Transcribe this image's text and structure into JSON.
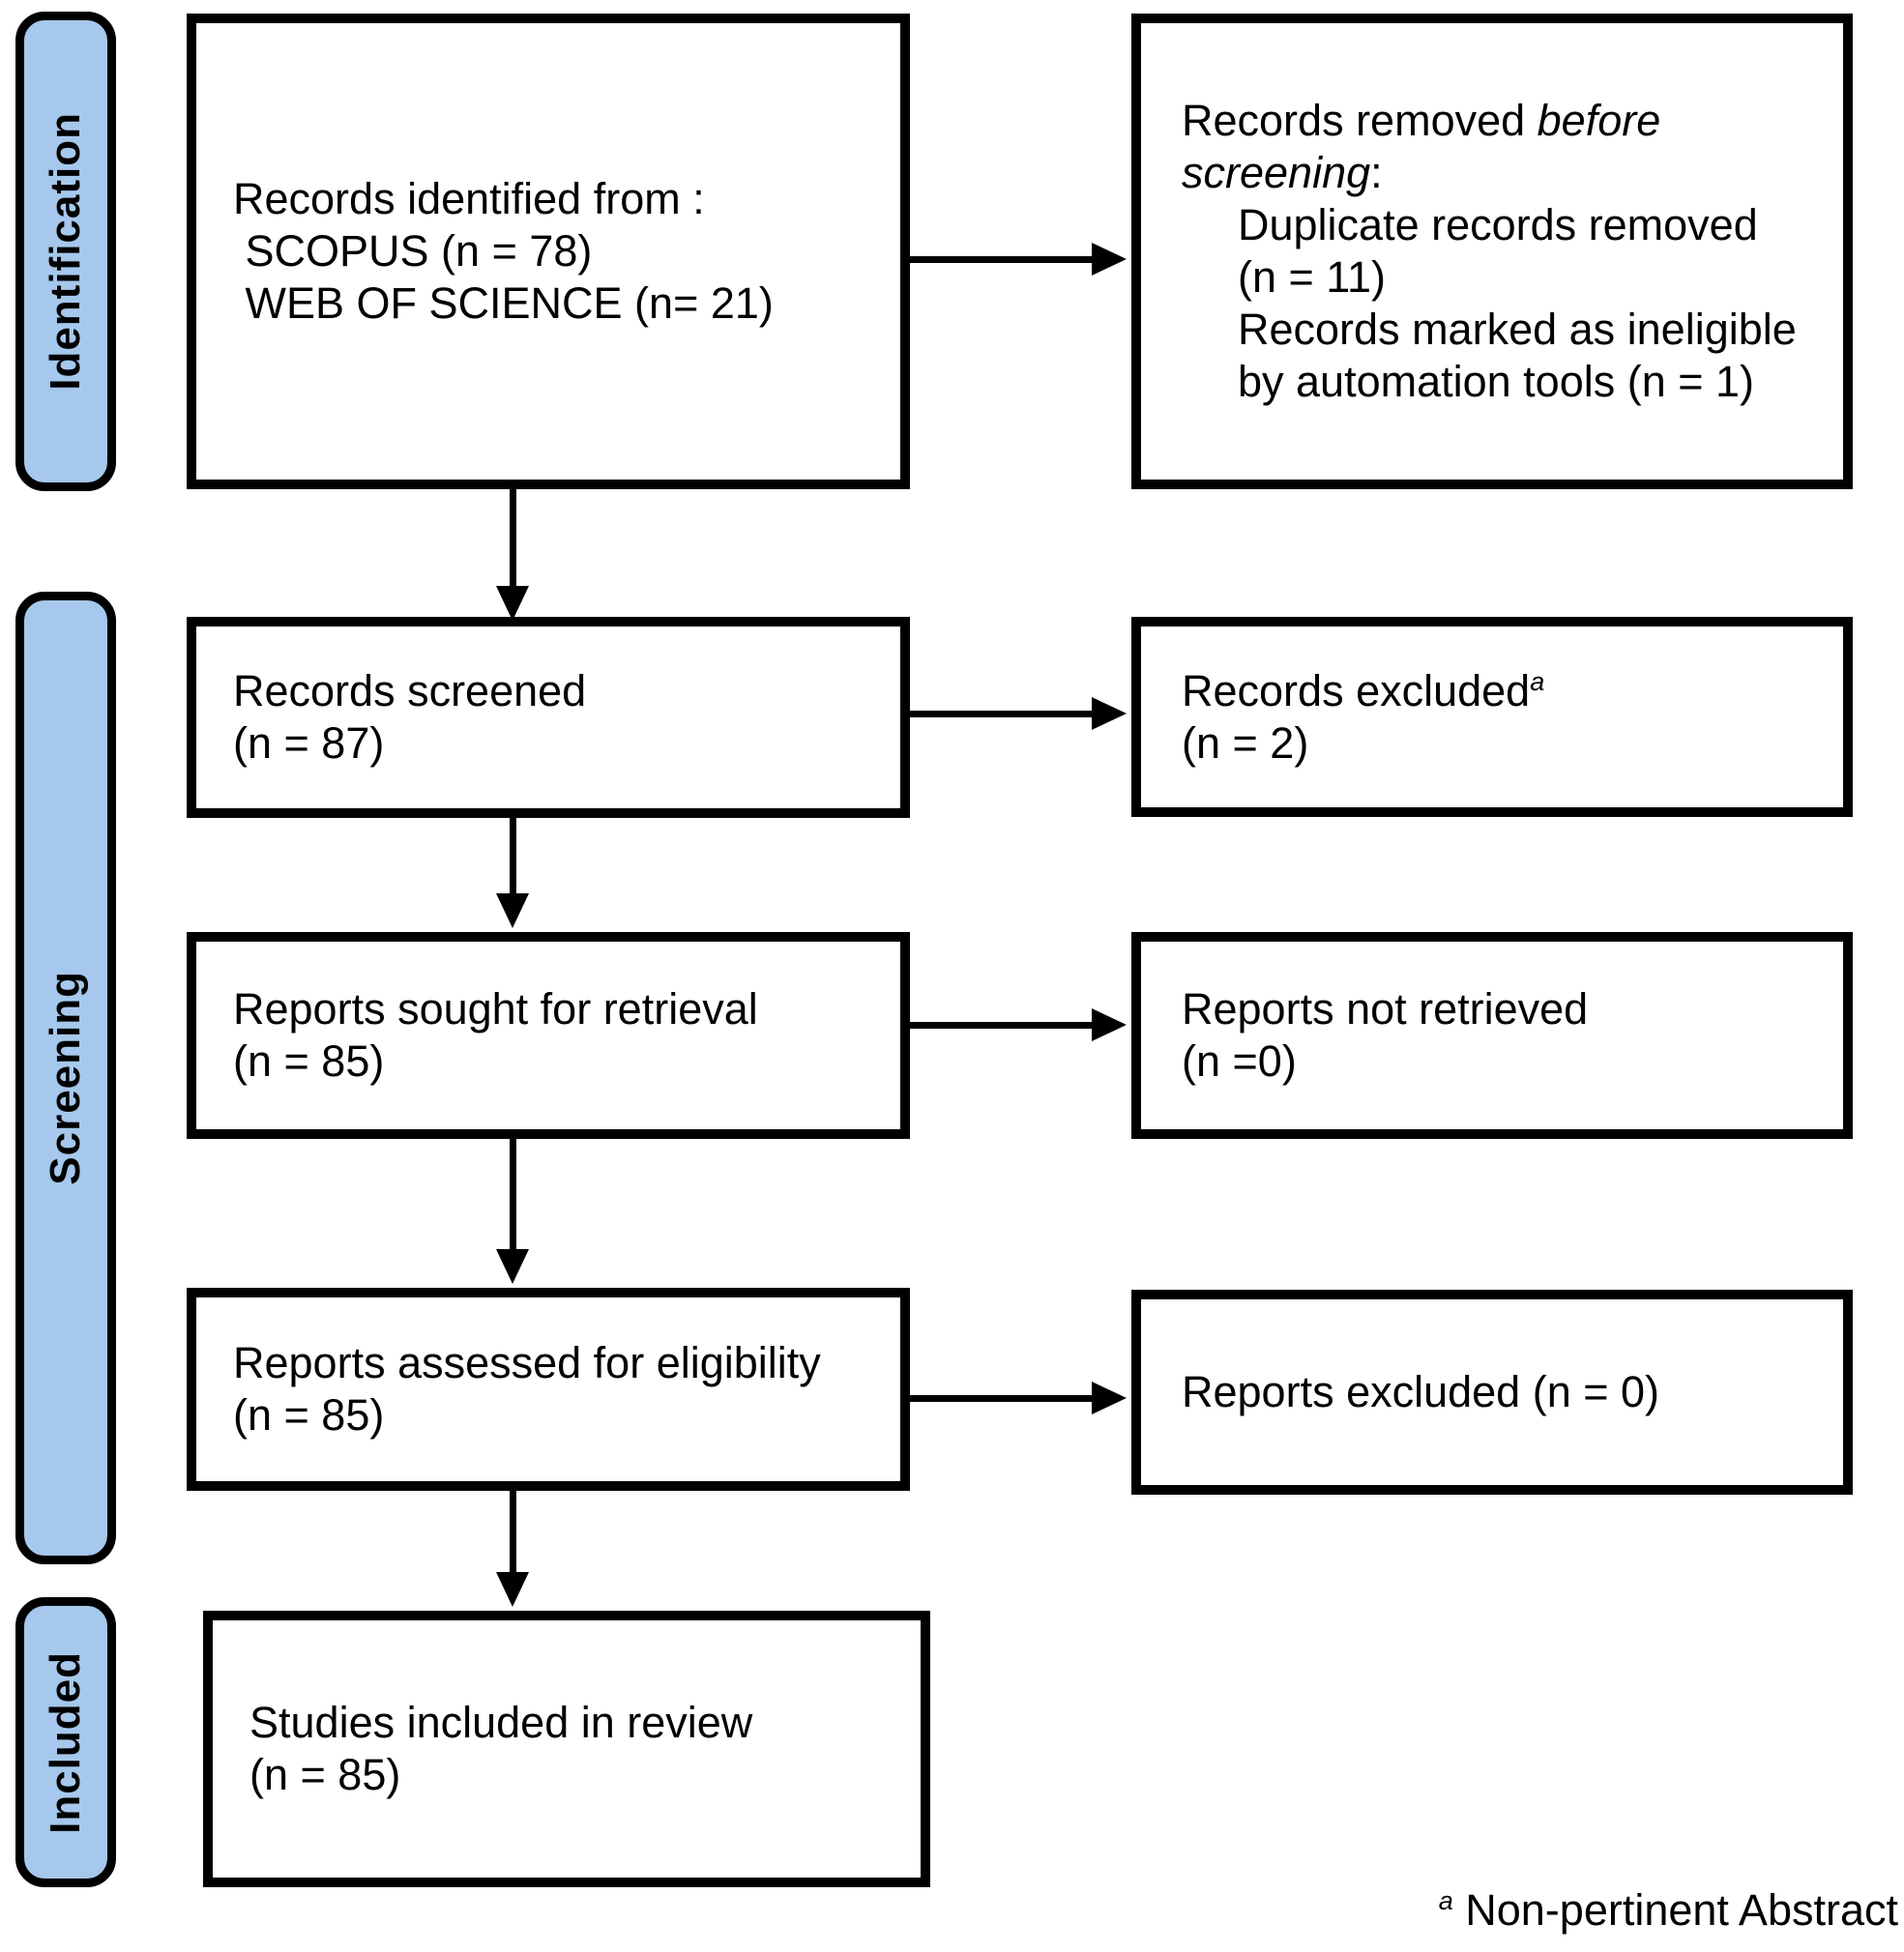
{
  "diagram": {
    "stages": [
      {
        "label": "Identification"
      },
      {
        "label": "Screening"
      },
      {
        "label": "Included"
      }
    ],
    "boxes": {
      "identified": {
        "l1": "Records identified from :",
        "l2": " SCOPUS (n = 78)",
        "l3": " WEB OF SCIENCE (n= 21)"
      },
      "removed": {
        "intro_a": "Records removed ",
        "intro_b": "before screening",
        "intro_c": ":",
        "item1a": "Duplicate records removed",
        "item1b": "(n = 11)",
        "item2a": "Records marked as ineligible",
        "item2b": "by automation tools (n = 1)"
      },
      "screened": {
        "l1": "Records screened",
        "l2": "(n = 87)"
      },
      "records_excluded": {
        "label": "Records excluded",
        "sup": "a",
        "l2": "(n = 2)"
      },
      "sought": {
        "l1": "Reports sought for retrieval",
        "l2": "(n = 85)"
      },
      "not_retrieved": {
        "l1": "Reports not retrieved",
        "l2": "(n =0)"
      },
      "assessed": {
        "l1": "Reports assessed for eligibility",
        "l2": "(n = 85)"
      },
      "reports_excluded": {
        "l1": "Reports excluded (n = 0)"
      },
      "included_box": {
        "l1": "Studies included in review",
        "l2": "(n = 85)"
      }
    },
    "footnote": {
      "sup": "a",
      "text": " Non-pertinent Abstract"
    },
    "colors": {
      "stage_fill": "#A5C8EC",
      "line": "#000000",
      "box_bg": "#FFFFFF"
    }
  }
}
